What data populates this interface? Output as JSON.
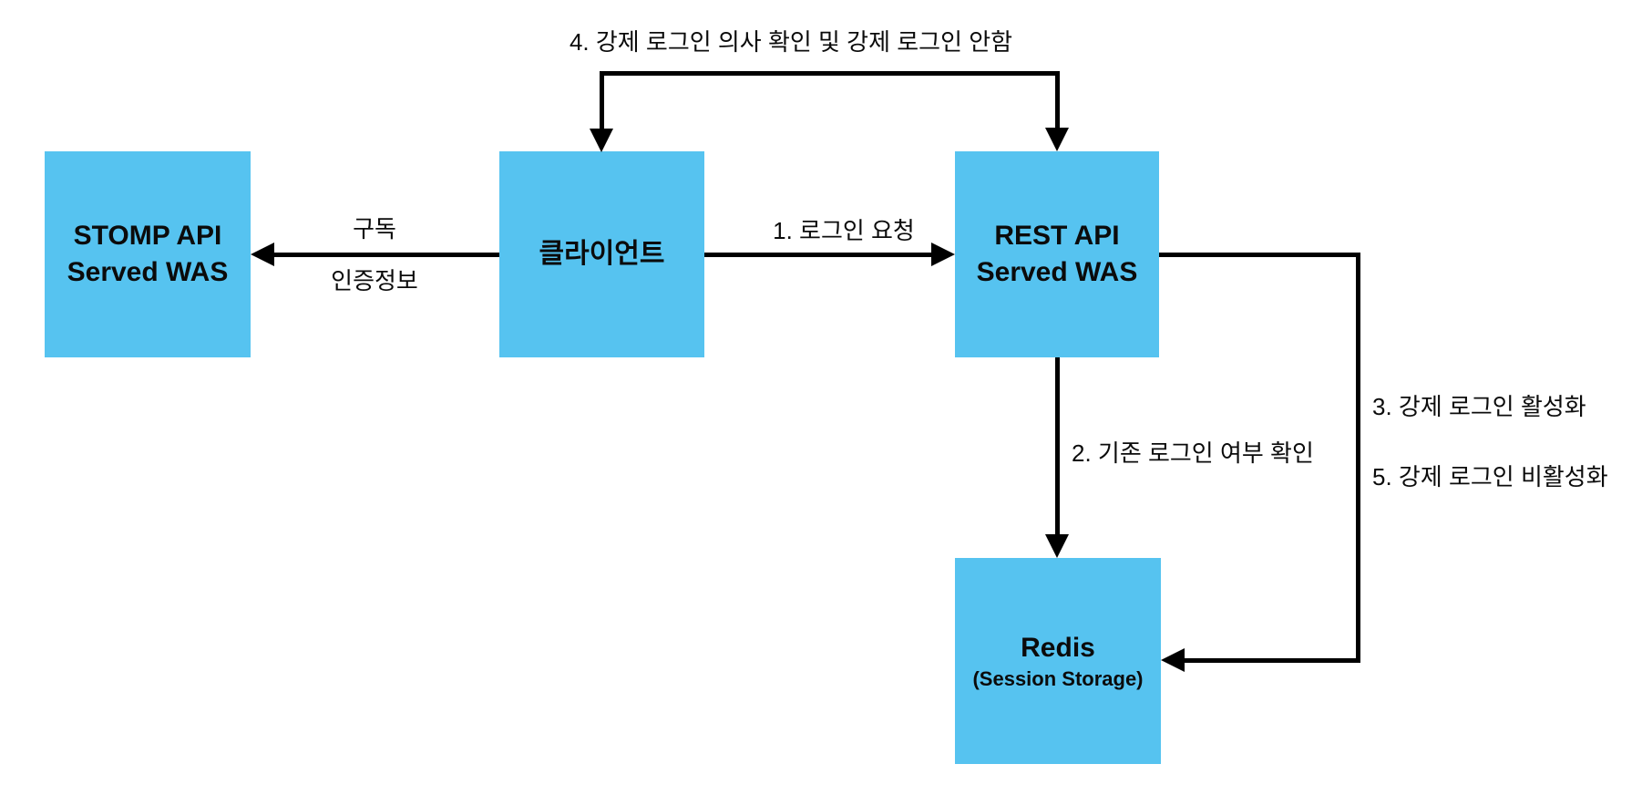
{
  "colors": {
    "background": "#ffffff",
    "node_fill": "#56C3F0",
    "line": "#000000",
    "text": "#0b0b0b"
  },
  "nodes": {
    "stomp": {
      "line1": "STOMP API",
      "line2": "Served WAS"
    },
    "client": {
      "line1": "클라이언트"
    },
    "rest": {
      "line1": "REST API",
      "line2": "Served WAS"
    },
    "redis": {
      "line1": "Redis",
      "line2": "(Session Storage)"
    }
  },
  "edges": {
    "subscribe": {
      "label_top": "구독",
      "label_bottom": "인증정보"
    },
    "login_request": {
      "label": "1. 로그인 요청"
    },
    "check_existing": {
      "label": "2. 기존 로그인 여부 확인"
    },
    "force_login_confirm": {
      "label": "4. 강제 로그인 의사 확인 및 강제 로그인 안함"
    },
    "force_login_enable": {
      "label": "3. 강제 로그인 활성화"
    },
    "force_login_disable": {
      "label": "5. 강제 로그인 비활성화"
    }
  }
}
